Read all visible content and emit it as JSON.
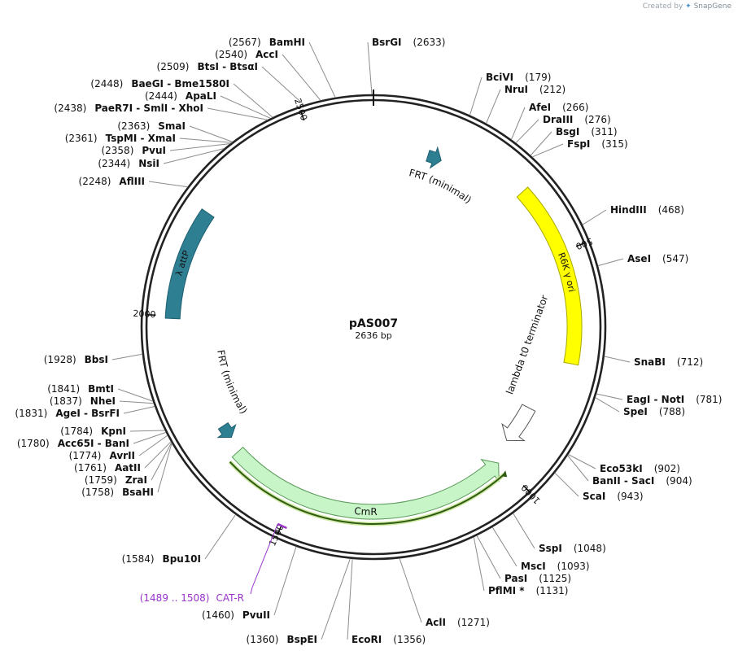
{
  "credit": {
    "prefix": "Created by",
    "brand": "SnapGene"
  },
  "plasmid": {
    "name": "pAS007",
    "length_label": "2636 bp",
    "length": 2636
  },
  "ticks": [
    {
      "pos": 500,
      "label": "500"
    },
    {
      "pos": 1000,
      "label": "1000"
    },
    {
      "pos": 1500,
      "label": "1500"
    },
    {
      "pos": 2000,
      "label": "2000"
    },
    {
      "pos": 2500,
      "label": "2500"
    }
  ],
  "features": [
    {
      "id": "frt-top",
      "label": "FRT (minimal)",
      "start": 129,
      "end": 162,
      "color": "#2f7f93",
      "stroke": "#1d5f70",
      "type": "arrow",
      "direction": 1,
      "ring": "outer"
    },
    {
      "id": "r6k",
      "label": "R6K γ ori",
      "start": 350,
      "end": 736,
      "color": "#ffff00",
      "stroke": "#a8a800",
      "type": "bar",
      "ring": "outer"
    },
    {
      "id": "lambda-t0",
      "label": "lambda t0 terminator",
      "start": 860,
      "end": 955,
      "color": "#ffffff",
      "stroke": "#555555",
      "type": "arrow",
      "direction": 1,
      "ring": "outer"
    },
    {
      "id": "cmr",
      "label": "CmR",
      "start": 1006,
      "end": 1665,
      "color": "#c8f5c8",
      "stroke": "#5a9a5a",
      "type": "arrow",
      "direction": -1,
      "ring": "inner"
    },
    {
      "id": "frt-bottom",
      "label": "FRT (minimal)",
      "start": 1700,
      "end": 1733,
      "color": "#2f7f93",
      "stroke": "#1d5f70",
      "type": "arrow",
      "direction": -1,
      "ring": "outer"
    },
    {
      "id": "attp",
      "label": "λ attP",
      "start": 1995,
      "end": 2230,
      "color": "#2f7f93",
      "stroke": "#1d5f70",
      "type": "bar",
      "ring": "outer"
    }
  ],
  "primers": [
    {
      "id": "cat-r",
      "label": "CAT-R",
      "range_label": "(1489 .. 1508)",
      "start": 1489,
      "end": 1508,
      "color": "#9933cc"
    }
  ],
  "sites": [
    {
      "name": "BsrGI",
      "pos": "(2633)"
    },
    {
      "name": "BciVI",
      "pos": "(179)"
    },
    {
      "name": "NruI",
      "pos": "(212)"
    },
    {
      "name": "AfeI",
      "pos": "(266)"
    },
    {
      "name": "DraIII",
      "pos": "(276)"
    },
    {
      "name": "BsgI",
      "pos": "(311)"
    },
    {
      "name": "FspI",
      "pos": "(315)"
    },
    {
      "name": "HindIII",
      "pos": "(468)"
    },
    {
      "name": "AseI",
      "pos": "(547)"
    },
    {
      "name": "SnaBI",
      "pos": "(712)"
    },
    {
      "name": "EagI - NotI",
      "pos": "(781)"
    },
    {
      "name": "SpeI",
      "pos": "(788)"
    },
    {
      "name": "Eco53kI",
      "pos": "(902)"
    },
    {
      "name": "BanII - SacI",
      "pos": "(904)"
    },
    {
      "name": "ScaI",
      "pos": "(943)"
    },
    {
      "name": "SspI",
      "pos": "(1048)"
    },
    {
      "name": "MscI",
      "pos": "(1093)"
    },
    {
      "name": "PasI",
      "pos": "(1125)"
    },
    {
      "name": "PflMI *",
      "pos": "(1131)"
    },
    {
      "name": "AclI",
      "pos": "(1271)"
    },
    {
      "name": "EcoRI",
      "pos": "(1356)"
    },
    {
      "name": "BspEI",
      "pos": "(1360)"
    },
    {
      "name": "PvuII",
      "pos": "(1460)"
    },
    {
      "name": "Bpu10I",
      "pos": "(1584)"
    },
    {
      "name": "BsaHI",
      "pos": "(1758)"
    },
    {
      "name": "ZraI",
      "pos": "(1759)"
    },
    {
      "name": "AatII",
      "pos": "(1761)"
    },
    {
      "name": "AvrII",
      "pos": "(1774)"
    },
    {
      "name": "Acc65I - BanI",
      "pos": "(1780)"
    },
    {
      "name": "KpnI",
      "pos": "(1784)"
    },
    {
      "name": "AgeI - BsrFI",
      "pos": "(1831)"
    },
    {
      "name": "NheI",
      "pos": "(1837)"
    },
    {
      "name": "BmtI",
      "pos": "(1841)"
    },
    {
      "name": "BbsI",
      "pos": "(1928)"
    },
    {
      "name": "AflIII",
      "pos": "(2248)"
    },
    {
      "name": "NsiI",
      "pos": "(2344)"
    },
    {
      "name": "PvuI",
      "pos": "(2358)"
    },
    {
      "name": "TspMI - XmaI",
      "pos": "(2361)"
    },
    {
      "name": "SmaI",
      "pos": "(2363)"
    },
    {
      "name": "PaeR7I - SmlI - XhoI",
      "pos": "(2438)"
    },
    {
      "name": "ApaLI",
      "pos": "(2444)"
    },
    {
      "name": "BaeGI - Bme1580I",
      "pos": "(2448)"
    },
    {
      "name": "BtsI - BtsαI",
      "pos": "(2509)"
    },
    {
      "name": "AccI",
      "pos": "(2540)"
    },
    {
      "name": "BamHI",
      "pos": "(2567)"
    }
  ]
}
